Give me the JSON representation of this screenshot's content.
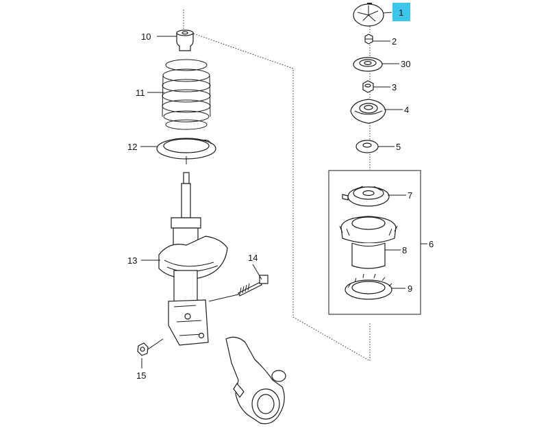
{
  "diagram": {
    "labels": {
      "p1": "1",
      "p2": "2",
      "p30": "30",
      "p3": "3",
      "p4": "4",
      "p5": "5",
      "p6": "6",
      "p7": "7",
      "p8": "8",
      "p9": "9",
      "p10": "10",
      "p11": "11",
      "p12": "12",
      "p13": "13",
      "p14": "14",
      "p15": "15"
    },
    "highlight_color": "#3cc6ec",
    "highlighted_part": "1"
  }
}
